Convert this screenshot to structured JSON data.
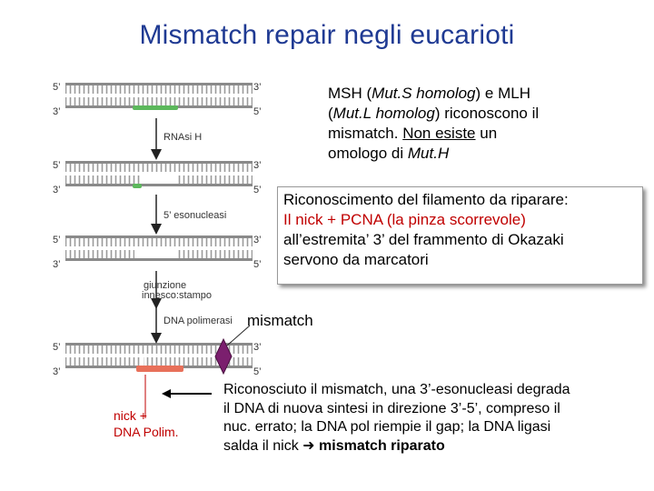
{
  "title": "Mismatch repair negli eucarioti",
  "intro": {
    "line1": "MSH (",
    "l1_italic": "Mut.S homolog",
    "line1_end": ") e MLH",
    "line2_start": "(",
    "l2_italic": "Mut.L homolog",
    "line2_end": ") riconoscono il",
    "line3_start": "mismatch. ",
    "line3_underline": "Non esiste",
    "line3_end": " un",
    "line4_start": "omologo di ",
    "l4_italic": "Mut.H"
  },
  "box": {
    "line1": "Riconoscimento del filamento da riparare:",
    "line2": "Il nick + PCNA (la pinza scorrevole)",
    "line3": "all’estremita’ 3’ del frammento di Okazaki",
    "line4": "servono da marcatori"
  },
  "steps": {
    "rnasi": "RNAsi H",
    "esonucleasi": "5’ esonucleasi",
    "giunzione1": "giunzione",
    "giunzione2": "innesco:stampo",
    "polimerasi": "DNA polimerasi"
  },
  "ends": {
    "five": "5’",
    "three": "3’"
  },
  "mismatch_label": "mismatch",
  "nick": {
    "line1": "nick +",
    "line2": "DNA Polim."
  },
  "bottom": {
    "line1": "Riconosciuto il mismatch, una 3’-esonucleasi degrada",
    "line2": "il DNA di nuova sintesi in direzione 3’-5’, compreso il",
    "line3": "nuc. errato; la DNA pol riempie il gap; la DNA ligasi",
    "line4_start": "salda il nick ",
    "line4_bold": "mismatch riparato"
  },
  "colors": {
    "title": "#1f3a93",
    "red": "#c00000",
    "rna_green": "#5cb85c",
    "new_dna_red": "#e8705a",
    "mismatch_purple": "#7b1f6e"
  }
}
